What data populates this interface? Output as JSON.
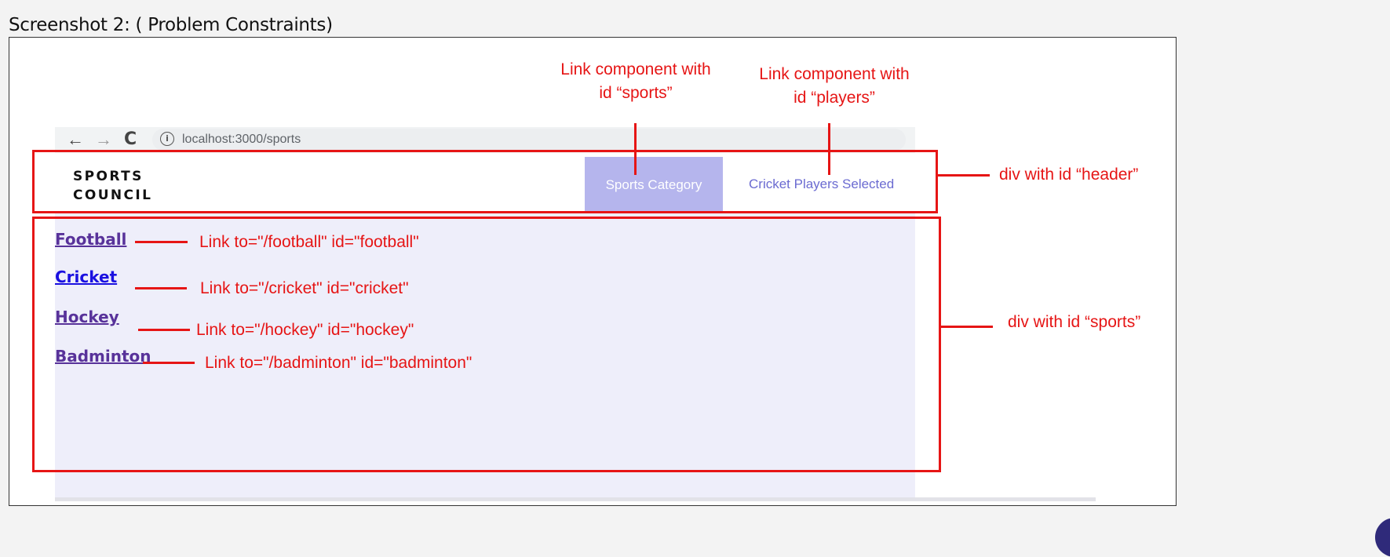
{
  "caption": "Screenshot 2: ( Problem Constraints)",
  "browser": {
    "back_icon": "←",
    "forward_icon": "→",
    "reload_icon": "C",
    "info_icon": "i",
    "url": "localhost:3000/sports"
  },
  "app": {
    "brand_line1": "SPORTS",
    "brand_line2": "COUNCIL",
    "nav_sports": "Sports Category",
    "nav_players": "Cricket Players Selected",
    "links": [
      "Football",
      "Cricket",
      "Hockey",
      "Badminton"
    ]
  },
  "annotations": {
    "sports_link_line1": "Link component with",
    "sports_link_line2": "id “sports”",
    "players_link_line1": "Link component with",
    "players_link_line2": "id “players”",
    "header_div": "div with id “header”",
    "sports_div": "div with id “sports”",
    "football": "Link to=\"/football\" id=\"football\"",
    "cricket": "Link to=\"/cricket\" id=\"cricket\"",
    "hockey": "Link to=\"/hockey\" id=\"hockey\"",
    "badminton": "Link to=\"/badminton\" id=\"badminton\""
  },
  "colors": {
    "annotation_red": "#e61515",
    "nav_active_bg": "#b5b5ed",
    "content_bg": "#eeeefa",
    "visited_link": "#58329a",
    "active_link": "#1a10e0"
  }
}
